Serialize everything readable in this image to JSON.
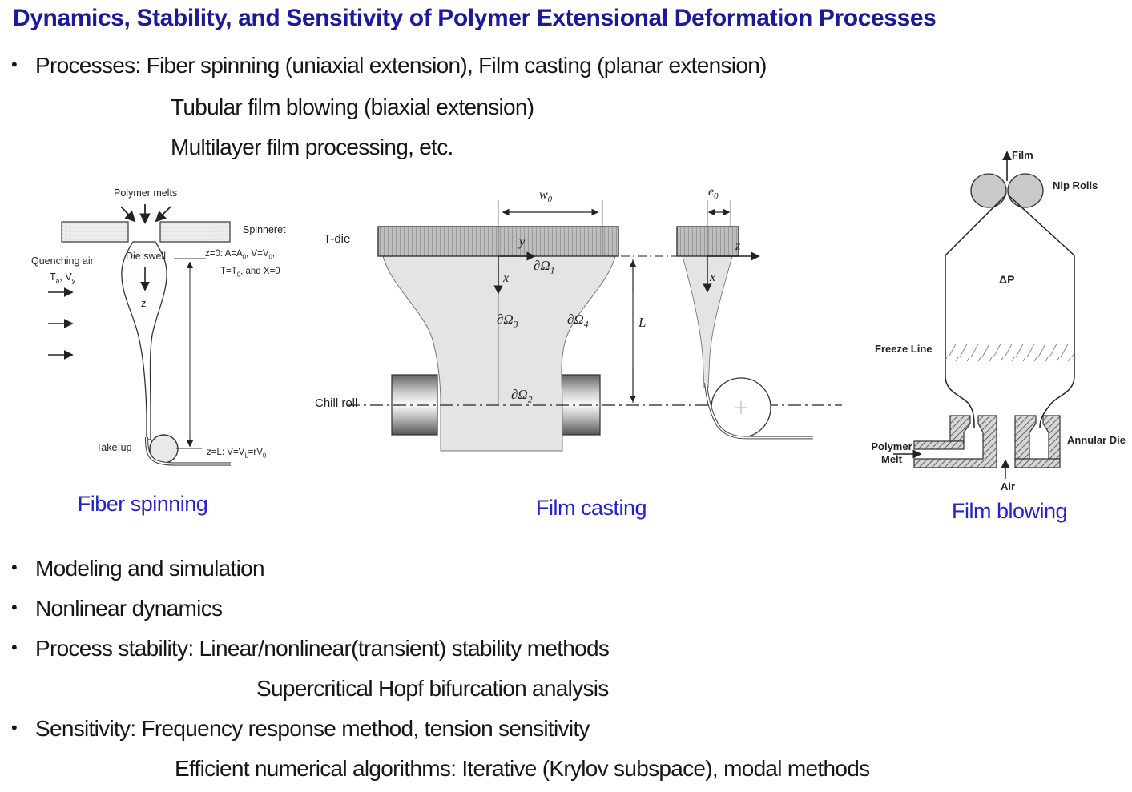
{
  "slide": {
    "title": "Dynamics, Stability, and Sensitivity of Polymer Extensional Deformation Processes",
    "bullet_char": "•",
    "processes": {
      "line1": "Processes: Fiber spinning (uniaxial extension), Film casting (planar extension)",
      "line2": "Tubular film blowing (biaxial extension)",
      "line3": "Multilayer film processing, etc."
    },
    "bottom_items": [
      {
        "text": "Modeling and simulation"
      },
      {
        "text": "Nonlinear dynamics"
      },
      {
        "text": "Process stability: Linear/nonlinear(transient) stability methods"
      },
      {
        "text": "Supercritical Hopf bifurcation analysis"
      },
      {
        "text": "Sensitivity: Frequency response method, tension sensitivity"
      },
      {
        "text": "Efficient numerical algorithms: Iterative (Krylov subspace), modal methods"
      }
    ]
  },
  "colors": {
    "title_navy": "#1b1b99",
    "caption_blue": "#2323cd",
    "die_gray": "#c0c0c0",
    "film_gray": "#e4e4e4"
  },
  "fiber_spinning": {
    "polymer_melts": "Polymer melts",
    "spinneret": "Spinneret",
    "die_swell": "Die swell",
    "quenching_air": "Quenching air",
    "ta_vy": "T_{a}, V_{y}",
    "z_axis": "z",
    "z0_line1": "z=0:  A=A_{0}, V=V_{0},",
    "z0_line2": "T=T_{0}, and X=0",
    "take_up": "Take-up",
    "zL": "z=L: V=V_{L}=rV_{0}",
    "caption": "Fiber spinning"
  },
  "film_casting": {
    "t_die": "T-die",
    "chill_roll": "Chill roll",
    "w0": "w_{0}",
    "e0": "e_{0}",
    "x_axis": "x",
    "y_axis": "y",
    "z_axis": "z",
    "x_axis_side": "x",
    "omega1": "∂Ω_{1}",
    "omega2": "∂Ω_{2}",
    "omega3": "∂Ω_{3}",
    "omega4": "∂Ω_{4}",
    "L_dim": "L",
    "caption": "Film casting"
  },
  "film_blowing": {
    "film": "Film",
    "nip_rolls": "Nip Rolls",
    "delta_p": "ΔP",
    "freeze_line": "Freeze Line",
    "polymer_melt_line1": "Polymer",
    "polymer_melt_line2": "Melt",
    "annular_die": "Annular Die",
    "air": "Air",
    "caption": "Film blowing"
  }
}
